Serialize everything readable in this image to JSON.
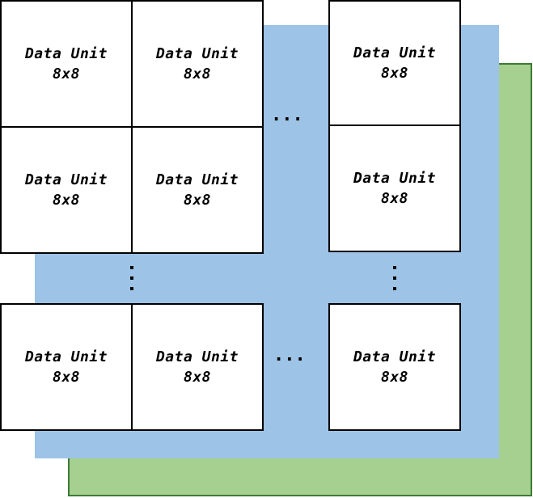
{
  "colors": {
    "back_layer_fill": "#a6d08f",
    "back_layer_border": "#3d7a38",
    "mid_layer_fill": "#9dc3e6",
    "cell_fill": "#ffffff",
    "cell_border": "#000000"
  },
  "cells": [
    {
      "line1": "Data Unit",
      "line2": "8x8"
    },
    {
      "line1": "Data Unit",
      "line2": "8x8"
    },
    {
      "line1": "Data Unit",
      "line2": "8x8"
    },
    {
      "line1": "Data Unit",
      "line2": "8x8"
    },
    {
      "line1": "Data Unit",
      "line2": "8x8"
    },
    {
      "line1": "Data Unit",
      "line2": "8x8"
    },
    {
      "line1": "Data Unit",
      "line2": "8x8"
    },
    {
      "line1": "Data Unit",
      "line2": "8x8"
    },
    {
      "line1": "Data Unit",
      "line2": "8x8"
    }
  ],
  "ellipsis": {
    "horizontal_top": "...",
    "horizontal_bottom": "..."
  }
}
